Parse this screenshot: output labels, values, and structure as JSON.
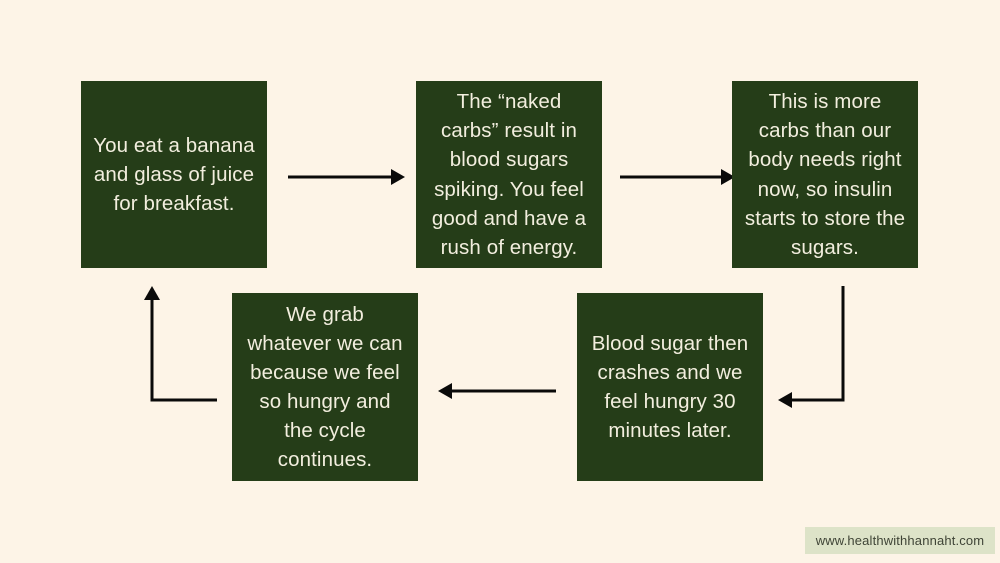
{
  "page": {
    "title": "Blood Sugar Cycle Flow Diagram",
    "background_color": "#fdf4e7"
  },
  "theme": {
    "box_fill": "#253d18",
    "box_text_color": "#f2eede",
    "arrow_color": "#0a0a0a",
    "url_band_color": "#dde3c8",
    "url_text_color": "#3f4436"
  },
  "diagram": {
    "type": "flowchart",
    "layout": "two-row cycle, left-to-right on top, right-to-left on bottom",
    "boxes": [
      {
        "id": "box-1",
        "order": 1,
        "text": "You eat a banana and glass of juice for breakfast."
      },
      {
        "id": "box-2",
        "order": 2,
        "text": "The “naked carbs” result in blood sugars spiking. You feel good and have a rush of energy."
      },
      {
        "id": "box-3",
        "order": 3,
        "text": "This is more carbs than our body needs right now, so insulin starts to store the sugars."
      },
      {
        "id": "box-4",
        "order": 4,
        "text": "Blood sugar then crashes and we feel hungry 30 minutes later."
      },
      {
        "id": "box-5",
        "order": 5,
        "text": "We grab whatever we can because we feel so hungry and the cycle continues."
      }
    ],
    "arrows": [
      {
        "id": "arrow-1",
        "from": "box-1",
        "to": "box-2",
        "direction": "right",
        "shape": "straight"
      },
      {
        "id": "arrow-2",
        "from": "box-2",
        "to": "box-3",
        "direction": "right",
        "shape": "straight"
      },
      {
        "id": "arrow-3",
        "from": "box-3",
        "to": "box-4",
        "direction": "left",
        "shape": "elbow-down-left"
      },
      {
        "id": "arrow-4",
        "from": "box-4",
        "to": "box-5",
        "direction": "left",
        "shape": "straight"
      },
      {
        "id": "arrow-5",
        "from": "box-5",
        "to": "box-1",
        "direction": "up",
        "shape": "elbow-left-up"
      }
    ]
  },
  "footer": {
    "url": "www.healthwithhannaht.com"
  }
}
